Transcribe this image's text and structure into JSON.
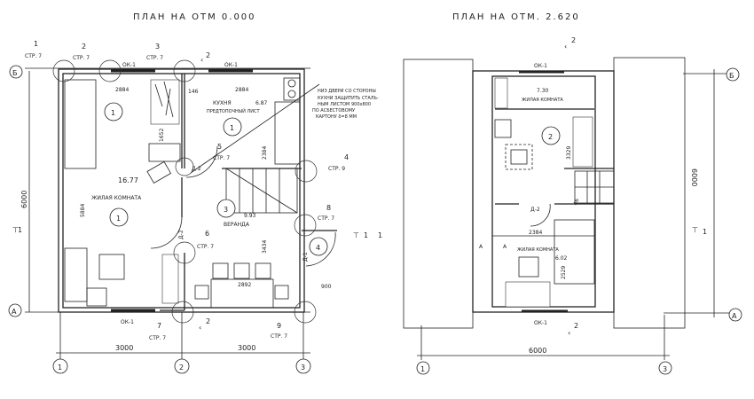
{
  "plan_ground": {
    "title": "ПЛАН НА ОТМ 0.000",
    "axes": {
      "a1": "1",
      "a2": "2",
      "a3": "3",
      "rowA": "А",
      "rowB": "Б"
    },
    "dims": {
      "d3000a": "3000",
      "d3000b": "3000",
      "d6000": "6000",
      "d2884a": "2884",
      "d2884b": "2884",
      "d146": "146",
      "d1652": "1652",
      "d5884": "5884",
      "d2384": "2384",
      "d3434": "3434",
      "d2892": "2892",
      "d900": "900"
    },
    "windows": {
      "w1": "ОК-1",
      "w2": "ОК-1",
      "w3": "ОК-1"
    },
    "doors": {
      "d1": "Д-2",
      "d2": "Д-2",
      "d3": "Д-1"
    },
    "rooms": [
      {
        "num": "1",
        "name": "ЖИЛАЯ КОМНАТА",
        "area": "16.77"
      },
      {
        "num": "1",
        "name": "КУХНЯ",
        "area": "6.87"
      },
      {
        "num": "3",
        "name": "ВЕРАНДА",
        "area": "9.93"
      },
      {
        "num": "4"
      }
    ],
    "kitchen_note": "ПРЕДТОПОЧНЫЙ ЛИСТ",
    "note": [
      "НИЗ ДВЕРИ СО СТОРОНЫ",
      "КУХНИ ЗАЩИТИТЬ СТАЛЬ-",
      "НЫМ ЛИСТОМ 900х800",
      "ПО АСБЕСТОВОМУ",
      "КАРТОНУ δ=8 ММ"
    ],
    "callouts": [
      {
        "n": "1",
        "ref": "СТР. 7"
      },
      {
        "n": "2",
        "ref": "СТР. 7"
      },
      {
        "n": "3",
        "ref": "СТР. 7"
      },
      {
        "n": "4",
        "ref": "СТР. 9"
      },
      {
        "n": "5",
        "ref": "СТР. 7"
      },
      {
        "n": "6",
        "ref": "СТР. 7"
      },
      {
        "n": "7",
        "ref": "СТР. 7"
      },
      {
        "n": "8",
        "ref": "СТР. 7"
      },
      {
        "n": "9",
        "ref": "СТР. 7"
      }
    ],
    "sections": {
      "s2top": "2",
      "s2bot": "2",
      "s1left": "1",
      "s1right": "1",
      "s1right2": "1"
    }
  },
  "plan_upper": {
    "title": "ПЛАН НА ОТМ. 2.620",
    "axes": {
      "a1": "1",
      "a3": "3",
      "rowA": "А",
      "rowB": "Б"
    },
    "dims": {
      "d6000h": "6000",
      "d6000v": "6000",
      "d3329": "3329",
      "d2529": "2529",
      "d2384": "2384",
      "d46": "46"
    },
    "windows": {
      "w1": "ОК-1",
      "w2": "ОК-1"
    },
    "doors": {
      "d1": "Д-2"
    },
    "rooms": [
      {
        "num": "2",
        "name": "ЖИЛАЯ КОМНАТА",
        "area": "7.30"
      },
      {
        "name": "ЖИЛАЯ КОМНАТА",
        "area": "6.02"
      }
    ],
    "sections": {
      "s2top": "2",
      "s2bot": "2",
      "s1": "1",
      "sA1": "А",
      "sA2": "А"
    }
  }
}
